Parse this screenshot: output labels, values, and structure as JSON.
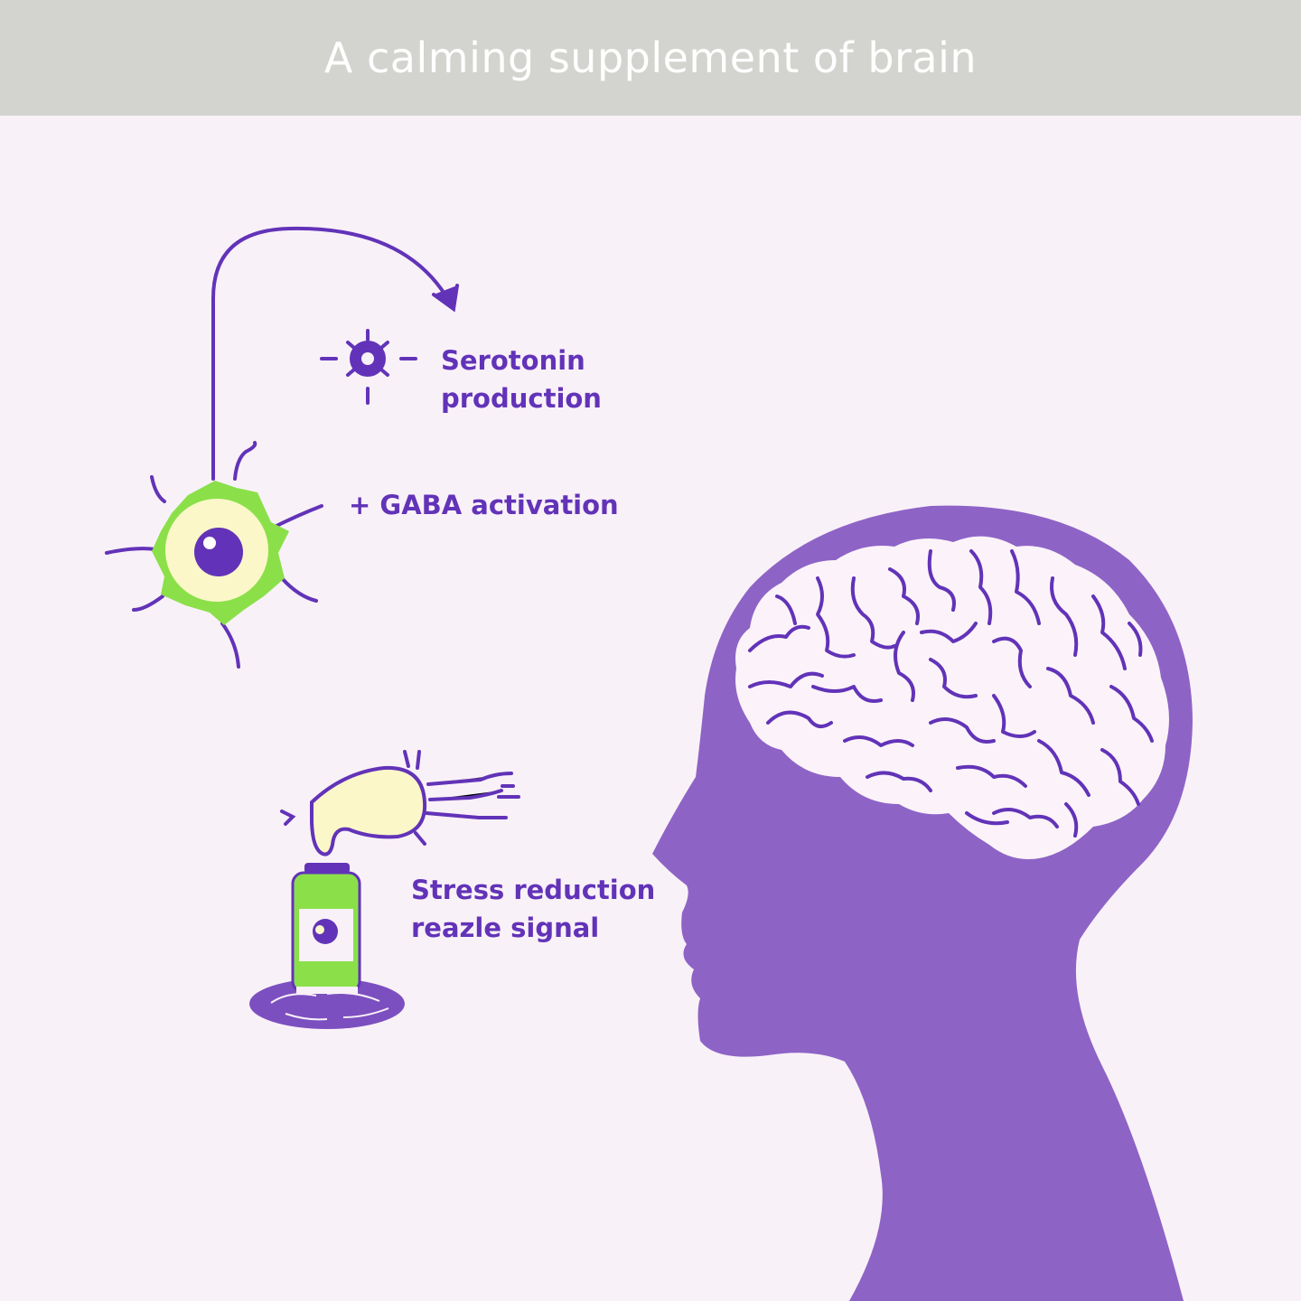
{
  "title": "A calming supplement of brain",
  "labels": {
    "serotonin": [
      "Serotonin",
      "production"
    ],
    "gaba": "+ GABA activation",
    "stress": [
      "Stress reduction",
      "reazle signal"
    ]
  },
  "colors": {
    "header_bg": "#d3d4cf",
    "background": "#f9f1f8",
    "purple": "#6233b8",
    "head": "#8e63c6",
    "brain_fill": "#fbf3f9",
    "green": "#8be04a",
    "cream": "#fbf7c8"
  },
  "icons": [
    "neuron-icon",
    "serotonin-molecule-icon",
    "arrow-icon",
    "supplement-bottle-icon",
    "pill-droplet-icon",
    "head-silhouette-icon",
    "brain-icon"
  ]
}
